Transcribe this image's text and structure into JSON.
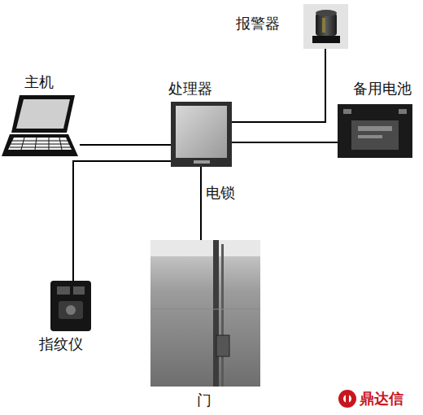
{
  "diagram": {
    "nodes": [
      {
        "text": [
          "报警器"
        ]
      },
      {
        "text": [
          "主机"
        ]
      },
      {
        "text": [
          "处理器"
        ]
      },
      {
        "text": [
          "备用电池"
        ]
      },
      {
        "text": [
          "门"
        ]
      },
      {
        "text": [
          "指纹仪"
        ]
      }
    ],
    "edges": [
      {
        "from": 1,
        "to": 2,
        "arrow": "none"
      },
      {
        "from": 2,
        "to": 0,
        "arrow": "none"
      },
      {
        "from": 2,
        "to": 3,
        "arrow": "none"
      },
      {
        "from": 2,
        "to": 4,
        "label": "电锁",
        "arrow": "none"
      },
      {
        "from": 5,
        "to": 2,
        "arrow": "none"
      }
    ],
    "labels": [
      "鼎达信"
    ]
  }
}
